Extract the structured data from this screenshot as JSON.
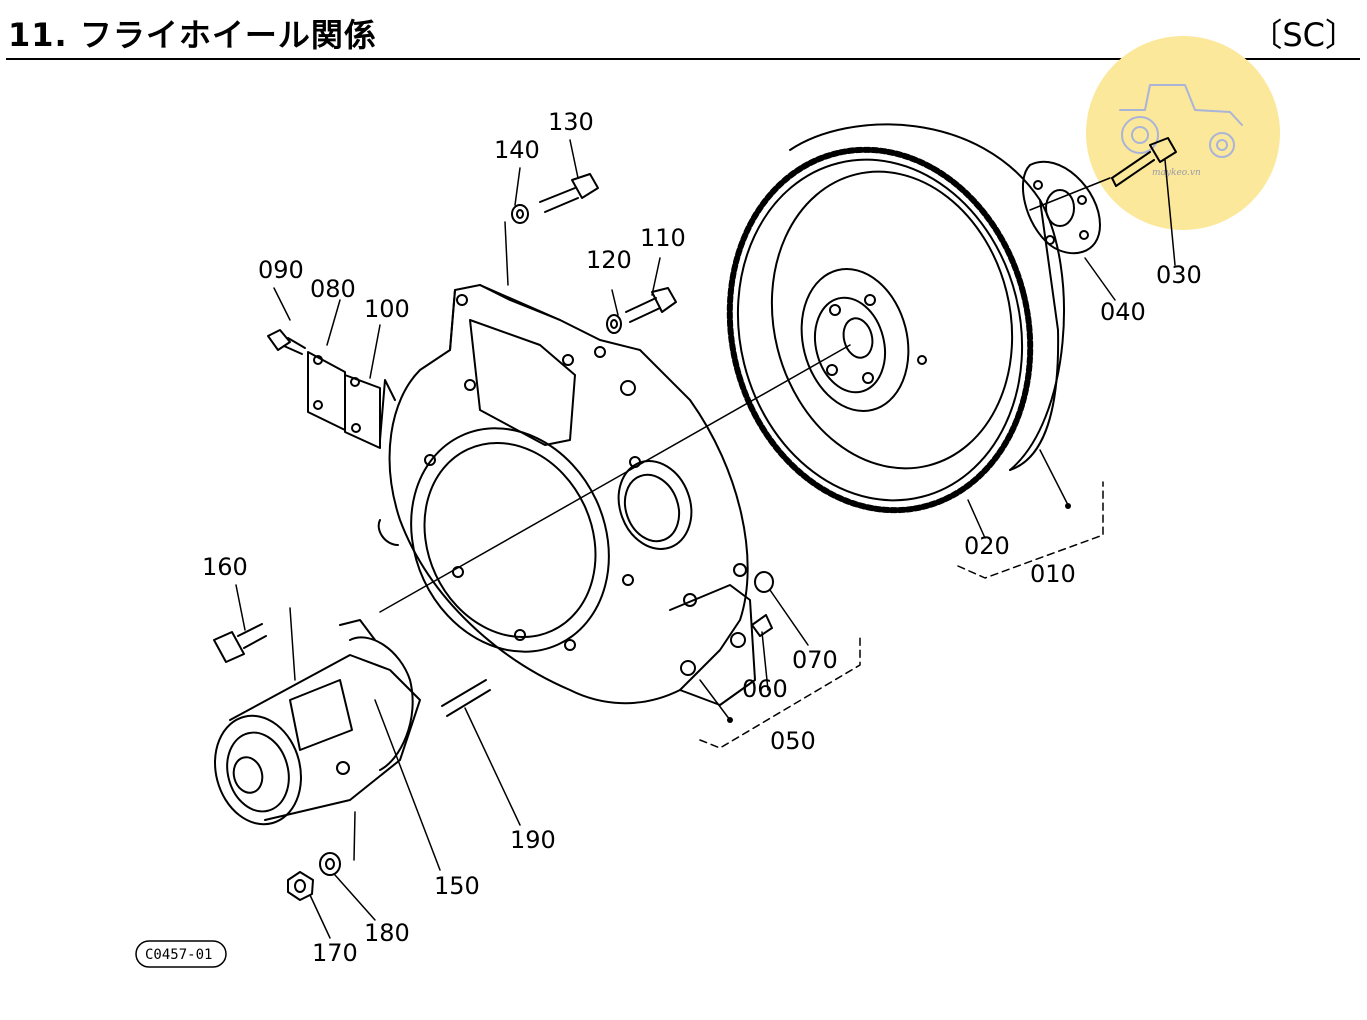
{
  "header": {
    "title": "11. フライホイール関係",
    "code": "〔SC〕"
  },
  "reference_code": "C0457-01",
  "watermark": {
    "text": "maykeo.vn",
    "color": "#fbe89a"
  },
  "callouts": [
    "010",
    "020",
    "030",
    "040",
    "050",
    "060",
    "070",
    "080",
    "090",
    "100",
    "110",
    "120",
    "130",
    "140",
    "150",
    "160",
    "170",
    "180",
    "190"
  ]
}
